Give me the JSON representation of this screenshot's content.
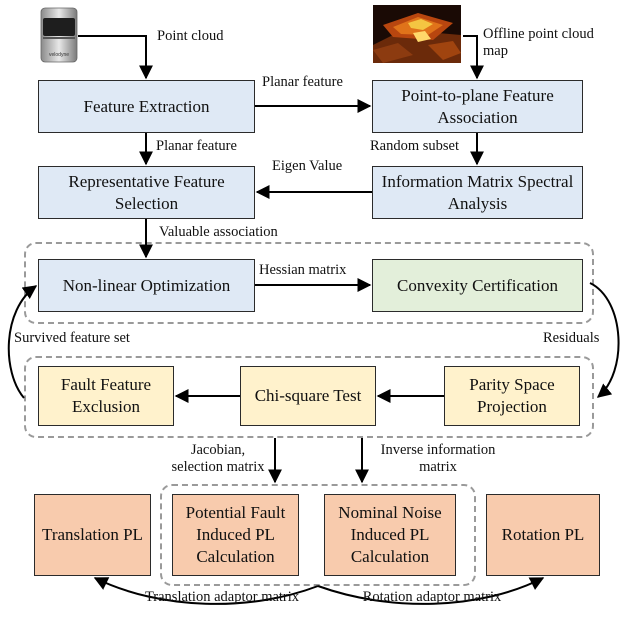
{
  "boxes": {
    "feature_extraction": "Feature Extraction",
    "point_to_plane": "Point-to-plane Feature Association",
    "representative_selection": "Representative Feature Selection",
    "information_matrix": "Information Matrix Spectral Analysis",
    "nonlinear_optimization": "Non-linear Optimization",
    "convexity_certification": "Convexity Certification",
    "fault_feature_exclusion": "Fault Feature Exclusion",
    "chi_square_test": "Chi-square Test",
    "parity_space_projection": "Parity Space Projection",
    "translation_pl": "Translation PL",
    "potential_fault_pl": "Potential Fault Induced PL Calculation",
    "nominal_noise_pl": "Nominal Noise Induced PL Calculation",
    "rotation_pl": "Rotation PL"
  },
  "labels": {
    "point_cloud": "Point cloud",
    "offline_map": "Offline point cloud map",
    "planar_feature_right": "Planar feature",
    "planar_feature_down": "Planar feature",
    "random_subset": "Random subset",
    "eigen_value": "Eigen Value",
    "valuable_association": "Valuable association",
    "hessian_matrix": "Hessian matrix",
    "survived_feature_set": "Survived feature set",
    "residuals": "Residuals",
    "jacobian": "Jacobian, selection matrix",
    "inverse_info": "Inverse information matrix",
    "translation_adaptor": "Translation adaptor matrix",
    "rotation_adaptor": "Rotation adaptor matrix"
  },
  "icons": [
    "lidar-sensor-icon",
    "point-cloud-map-icon"
  ],
  "colors": {
    "blue_fill": "#dfe9f5",
    "green_fill": "#e3efda",
    "yellow_fill": "#fff2cc",
    "orange_fill": "#f8cbad",
    "dashed_border": "#9a9a9a"
  }
}
